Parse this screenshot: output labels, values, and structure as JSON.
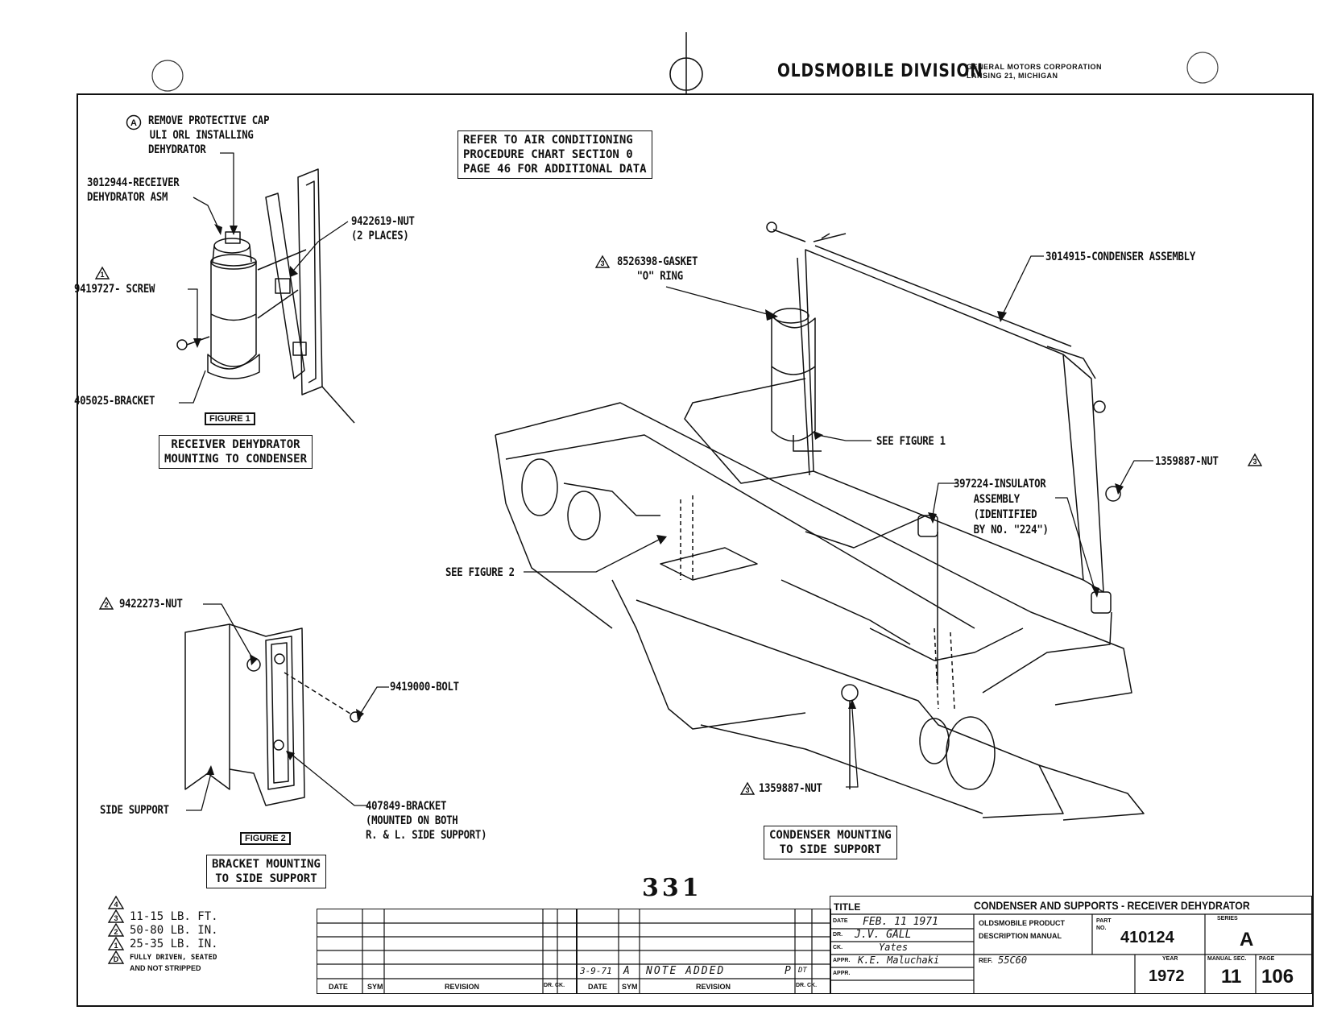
{
  "header": {
    "division": "OLDSMOBILE DIVISION",
    "corp_line1": "GENERAL MOTORS CORPORATION",
    "corp_line2": "LANSING 21, MICHIGAN"
  },
  "note_box": {
    "line1": "REFER TO AIR CONDITIONING",
    "line2": "PROCEDURE CHART SECTION 0",
    "line3": "PAGE 46 FOR ADDITIONAL DATA"
  },
  "figure1": {
    "callout_a_symbol": "A",
    "callout_a_line1": "REMOVE PROTECTIVE CAP",
    "callout_a_line2": "ULI ORL INSTALLING",
    "callout_a_line3": "DEHYDRATOR",
    "receiver_line1": "3012944-RECEIVER",
    "receiver_line2": "DEHYDRATOR ASM",
    "nut_line1": "9422619-NUT",
    "nut_line2": "(2 PLACES)",
    "screw_symbol": "1",
    "screw": "9419727- SCREW",
    "bracket": "405025-BRACKET",
    "figure_tag": "FIGURE 1",
    "caption_line1": "RECEIVER DEHYDRATOR",
    "caption_line2": "MOUNTING TO CONDENSER"
  },
  "figure2": {
    "nut_symbol": "2",
    "nut": "9422273-NUT",
    "bolt": "9419000-BOLT",
    "side_support": "SIDE SUPPORT",
    "bracket_line1": "407849-BRACKET",
    "bracket_line2": "(MOUNTED ON BOTH",
    "bracket_line3": "R. & L. SIDE SUPPORT)",
    "figure_tag": "FIGURE 2",
    "caption_line1": "BRACKET MOUNTING",
    "caption_line2": "TO SIDE SUPPORT"
  },
  "main": {
    "gasket_symbol": "3",
    "gasket_line1": "8526398-GASKET",
    "gasket_line2": "\"O\" RING",
    "condenser": "3014915-CONDENSER ASSEMBLY",
    "see_figure1": "SEE FIGURE 1",
    "nut_right": "1359887-NUT",
    "nut_right_symbol": "3",
    "insulator_line1": "397224-INSULATOR",
    "insulator_line2": "ASSEMBLY",
    "insulator_line3": "(IDENTIFIED",
    "insulator_line4": "BY NO. \"224\")",
    "see_figure2": "SEE FIGURE 2",
    "nut_bottom_symbol": "3",
    "nut_bottom": "1359887-NUT",
    "caption_line1": "CONDENSER MOUNTING",
    "caption_line2": "TO SIDE SUPPORT",
    "page_number": "331"
  },
  "legend": {
    "items": [
      {
        "symbol": "4",
        "text": ""
      },
      {
        "symbol": "3",
        "text": "11-15 LB. FT."
      },
      {
        "symbol": "2",
        "text": "50-80 LB. IN."
      },
      {
        "symbol": "1",
        "text": "25-35 LB. IN."
      },
      {
        "symbol": "D",
        "text": "FULLY DRIVEN, SEATED"
      }
    ],
    "extra_line": "AND NOT STRIPPED"
  },
  "revision_table": {
    "col_date": "DATE",
    "col_sym": "SYM",
    "col_revision": "REVISION",
    "col_dr_ck": "DR. CK.",
    "entry_date": "3-9-71",
    "entry_sym": "A",
    "entry_revision": "NOTE ADDED",
    "entry_dr": "P",
    "entry_ck": "DT"
  },
  "title_block": {
    "title_label": "TITLE",
    "title": "CONDENSER AND SUPPORTS - RECEIVER DEHYDRATOR",
    "date_label": "DATE",
    "date_value": "FEB. 11 1971",
    "dr_label": "DR.",
    "dr_value": "J.V. GALL",
    "ck_label": "CK.",
    "ck_value": "Yates",
    "appr_label": "APPR.",
    "appr_value": "K.E. Maluchaki",
    "appr2_label": "APPR.",
    "manual_line1": "OLDSMOBILE PRODUCT",
    "manual_line2": "DESCRIPTION MANUAL",
    "ref_label": "REF.",
    "ref_value": "55C60",
    "part_label": "PART NO.",
    "part_no": "410124",
    "series_label": "SERIES",
    "series": "A",
    "year_label": "YEAR",
    "year": "1972",
    "manual_sec_label": "MANUAL SEC.",
    "manual_sec": "11",
    "page_label": "PAGE",
    "page": "106"
  }
}
